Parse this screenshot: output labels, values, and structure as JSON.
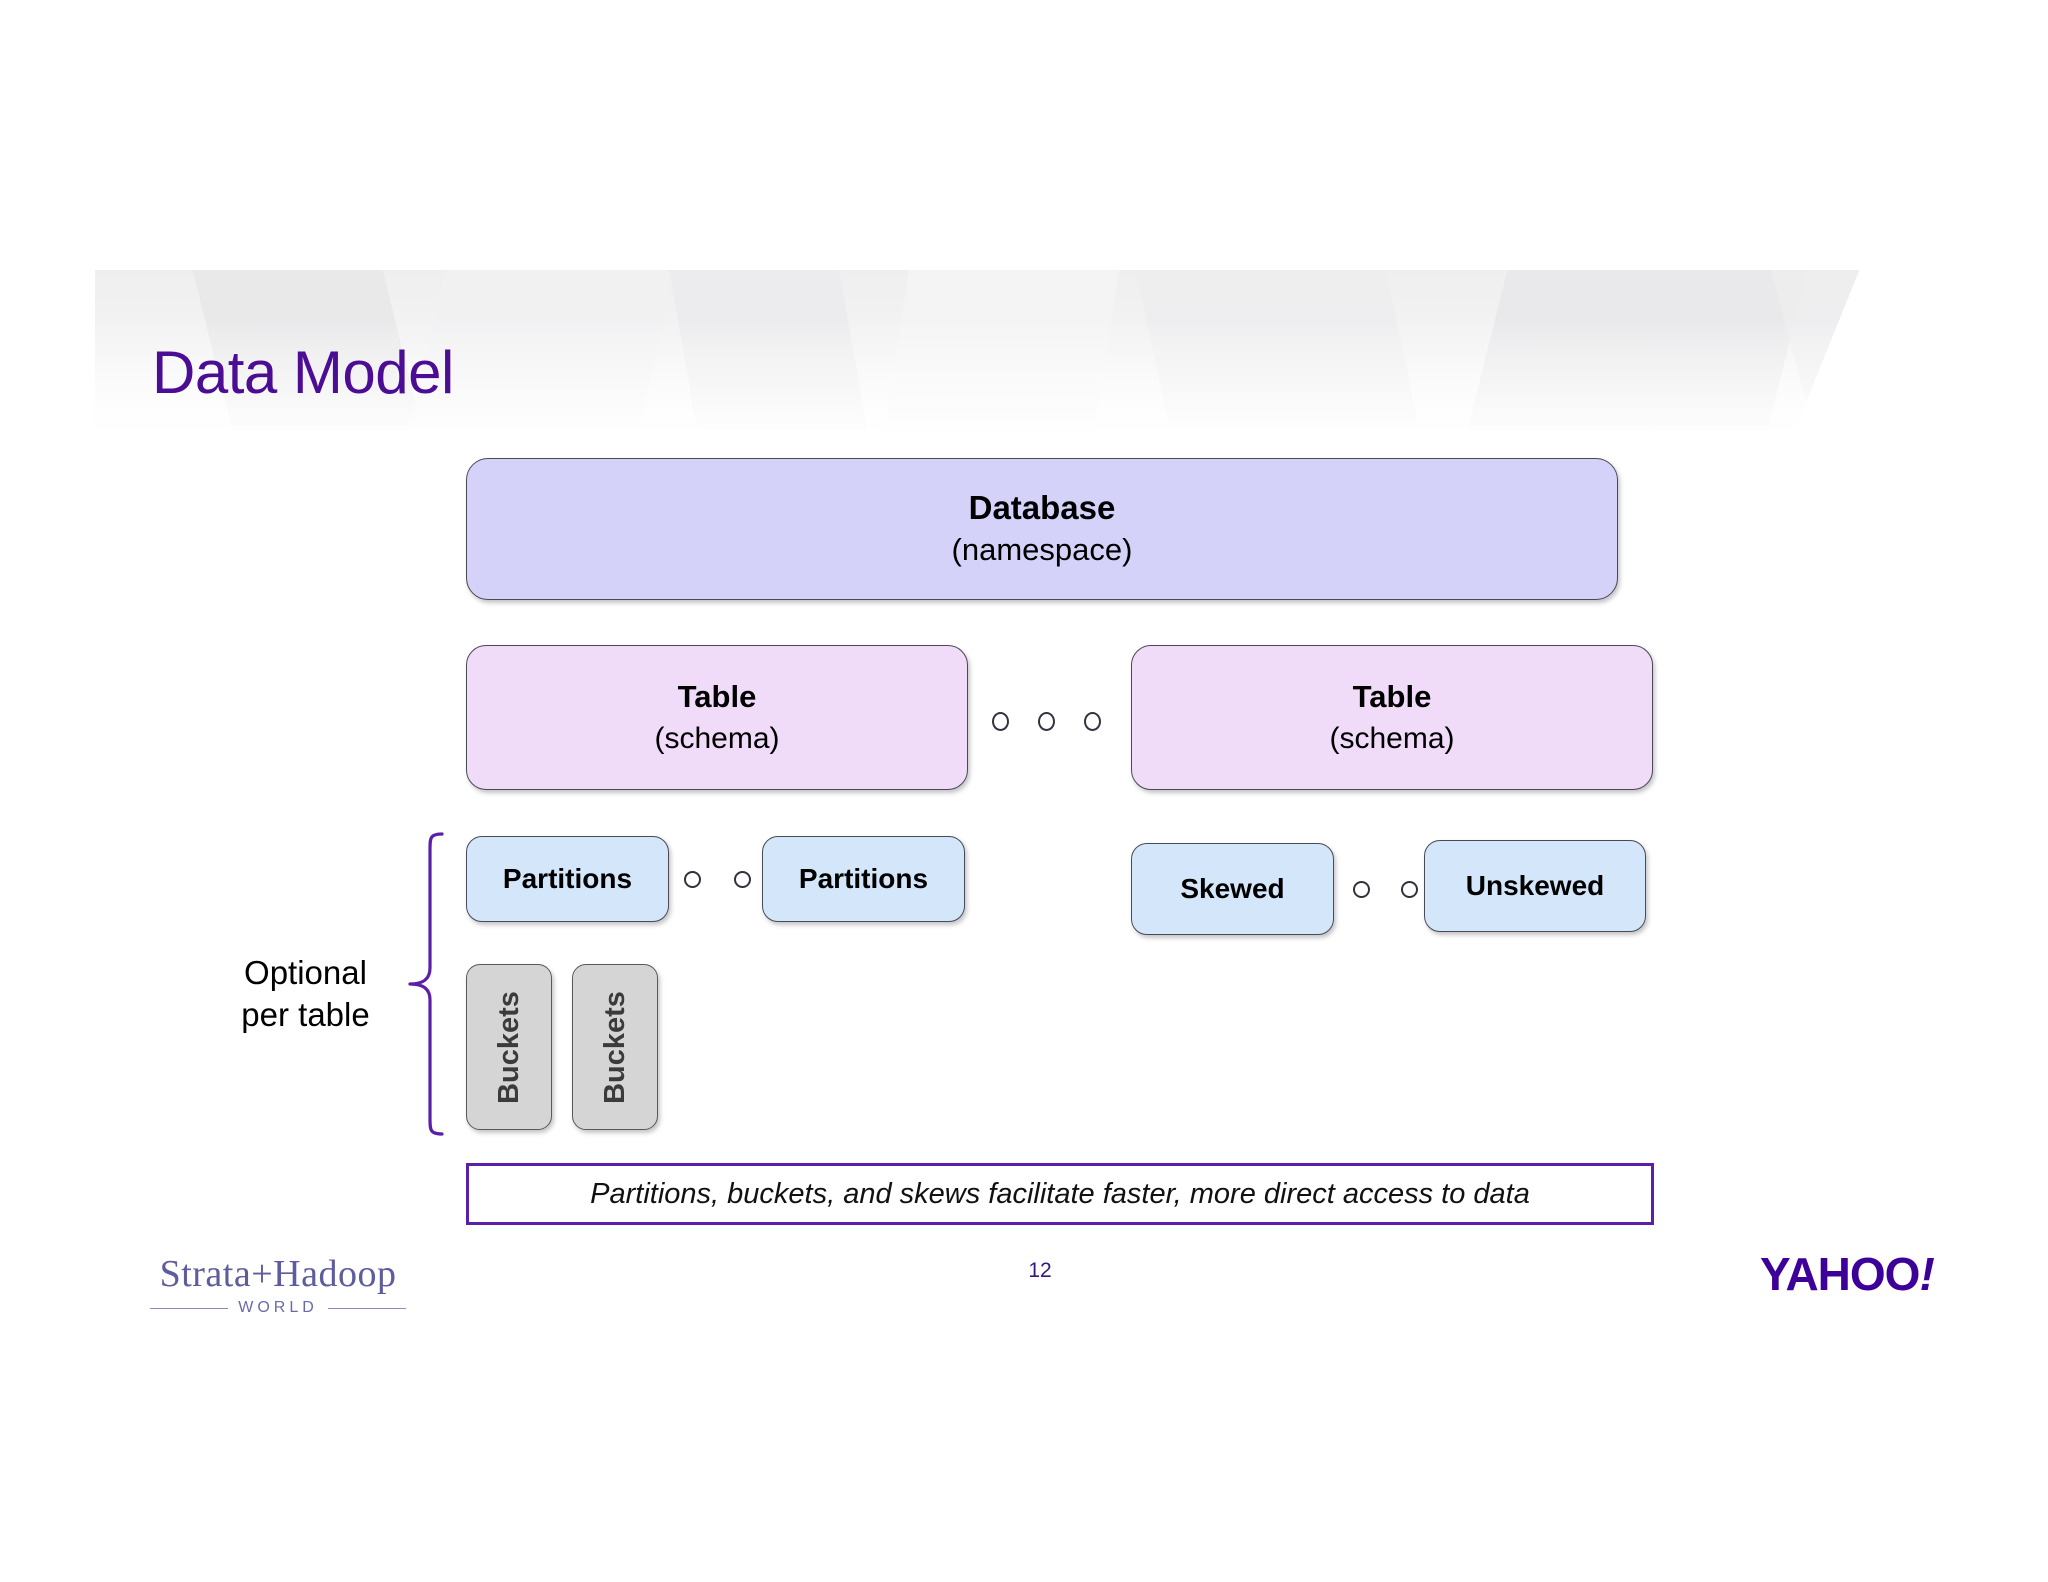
{
  "slide": {
    "title": "Data Model",
    "page_number": "12",
    "colors": {
      "title_purple": "#4B0D93",
      "database_fill": "#D4D2F8",
      "table_fill": "#F0DBF9",
      "partition_fill": "#D4E6FA",
      "bucket_fill": "#D5D5D5",
      "bracket_purple": "#5B1FA8",
      "caption_border": "#5B1FA8",
      "yahoo_purple": "#3D0099",
      "strata_purple": "#5D5C9E"
    }
  },
  "diagram": {
    "database": {
      "label": "Database",
      "sublabel": "(namespace)"
    },
    "tables": [
      {
        "label": "Table",
        "sublabel": "(schema)"
      },
      {
        "label": "Table",
        "sublabel": "(schema)"
      }
    ],
    "partitions": [
      {
        "label": "Partitions"
      },
      {
        "label": "Partitions"
      }
    ],
    "skews": [
      {
        "label": "Skewed"
      },
      {
        "label": "Unskewed"
      }
    ],
    "buckets": [
      {
        "label": "Buckets"
      },
      {
        "label": "Buckets"
      }
    ],
    "bracket_label_line1": "Optional",
    "bracket_label_line2": "per table",
    "caption": "Partitions, buckets, and skews facilitate faster, more direct access to data"
  },
  "footer": {
    "strata_main": "Strata+Hadoop",
    "strata_sub": "WORLD",
    "yahoo_text": "YAHOO",
    "yahoo_bang": "!"
  }
}
